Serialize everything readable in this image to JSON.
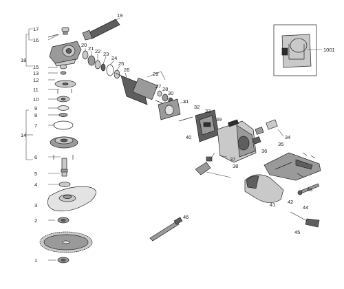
{
  "diagram": {
    "part_labels": [
      "1",
      "2",
      "3",
      "4",
      "5",
      "6",
      "7",
      "8",
      "9",
      "10",
      "11",
      "12",
      "13",
      "14",
      "15",
      "16",
      "17",
      "18",
      "19",
      "20",
      "21",
      "22",
      "23",
      "24",
      "25",
      "26",
      "27",
      "28",
      "29",
      "30",
      "31",
      "32",
      "33",
      "34",
      "35",
      "36",
      "37",
      "38",
      "39",
      "40",
      "41",
      "42",
      "43",
      "44",
      "45",
      "46",
      "1001"
    ],
    "colors": {
      "line": "#444444",
      "outline": "#222222",
      "metal": "#9a9a9a",
      "light_metal": "#c9c9c9",
      "dark_part": "#5e5e5e",
      "background": "#ffffff"
    }
  }
}
